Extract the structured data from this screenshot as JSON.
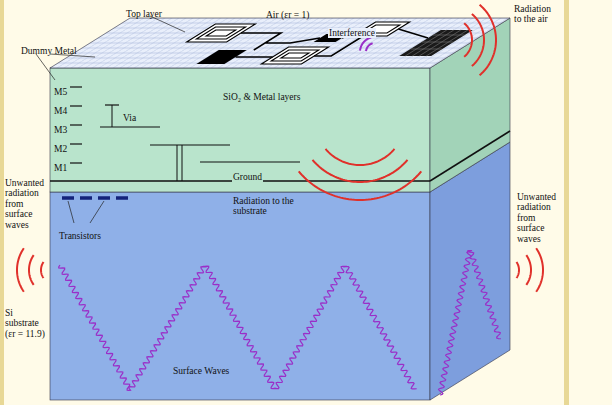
{
  "diagram": {
    "labels": [
      "Top layer",
      "Air (εr = 1)",
      "Radiation to the air",
      "Dummy Metal",
      "Interference",
      "M5",
      "M4",
      "M3",
      "M2",
      "M1",
      "SiO₂ & Metal layers",
      "Via",
      "Ground",
      "Unwanted radiation from surface waves",
      "Transistors",
      "Radiation to the substrate",
      "Unwanted radiation from surface waves",
      "Si substrate (εr = 11.9)",
      "Surface Waves"
    ]
  }
}
